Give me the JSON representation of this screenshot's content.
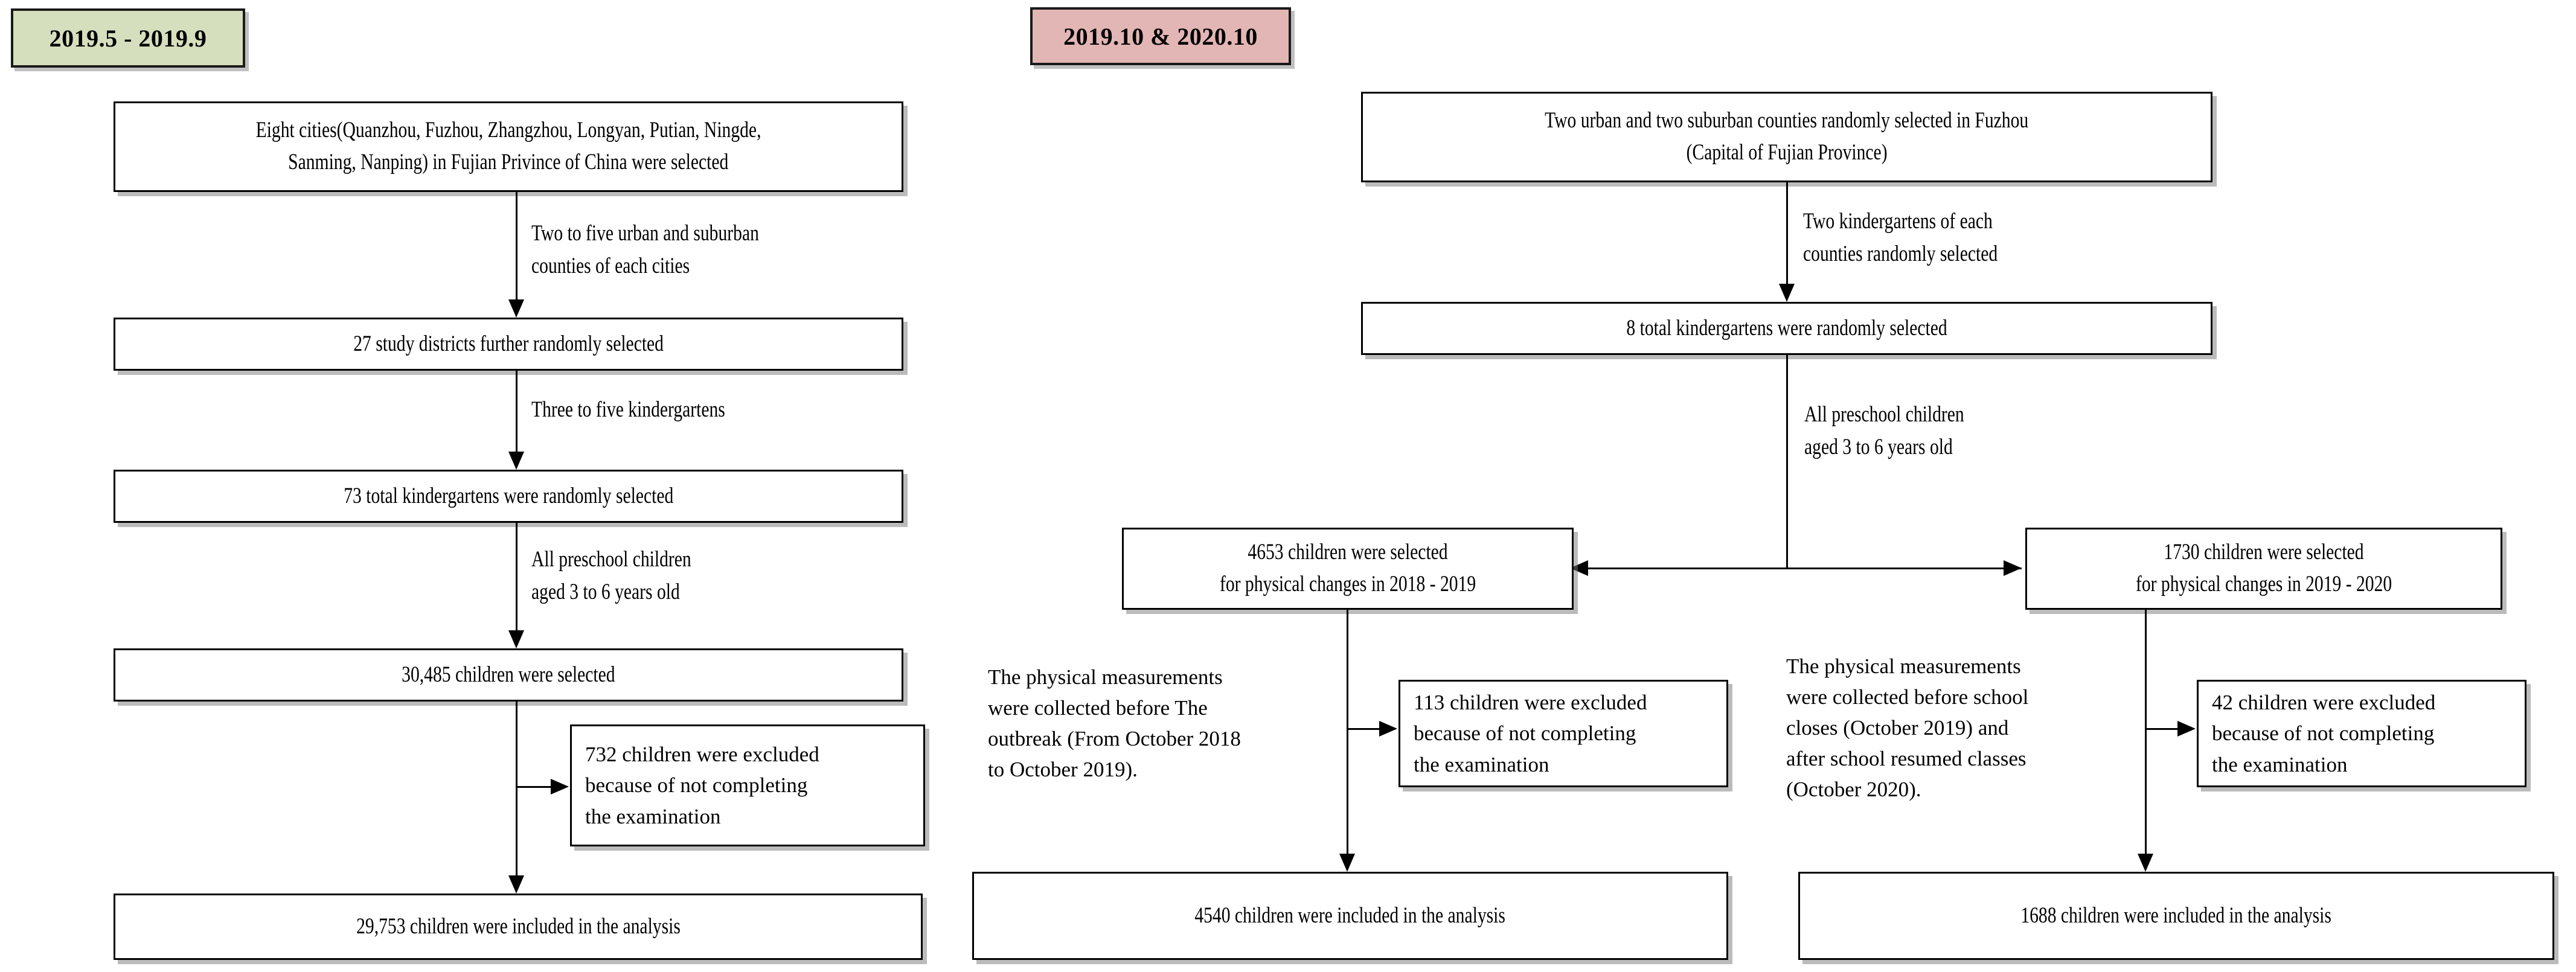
{
  "panels": [
    {
      "tag": "2019.5 - 2019.9",
      "tag_color": "#d6dfbd",
      "nodes": {
        "cities": [
          "Eight cities(Quanzhou, Fuzhou, Zhangzhou, Longyan, Putian, Ningde,",
          "Sanming, Nanping) in Fujian Privince of China were selected"
        ],
        "districts": [
          "27 study districts further randomly selected"
        ],
        "kindergartens": [
          "73 total kindergartens were randomly selected"
        ],
        "selected": [
          "30,485 children were selected"
        ],
        "excluded": [
          "732 children were excluded",
          "because of  not completing",
          "the examination"
        ],
        "included": [
          "29,753 children were included in the analysis"
        ]
      },
      "connectors": {
        "to_districts": [
          "Two to five urban and suburban",
          "counties of each cities"
        ],
        "to_kindergartens": [
          "Three to five kindergartens"
        ],
        "to_selected": [
          "All preschool children",
          "aged 3 to 6 years old"
        ]
      }
    },
    {
      "tag": "2019.10 & 2020.10",
      "tag_color": "#e2b6b4",
      "nodes": {
        "counties": [
          "Two urban and two suburban counties randomly selected in Fuzhou",
          "(Capital of Fujian Province)"
        ],
        "kindergartens": [
          "8 total kindergartens were randomly selected"
        ],
        "branch_left": [
          "4653 children were selected",
          "for physical changes in 2018 - 2019"
        ],
        "branch_right": [
          "1730 children were selected",
          "for physical changes in 2019 - 2020"
        ],
        "excluded_left": [
          "113 children were excluded",
          "because of  not completing",
          "the examination"
        ],
        "excluded_right": [
          "42 children were excluded",
          "because of  not completing",
          "the examination"
        ],
        "included_left": [
          "4540 children were included in the analysis"
        ],
        "included_right": [
          "1688 children were included in the analysis"
        ]
      },
      "connectors": {
        "to_kindergartens": [
          "Two kindergartens of each",
          "counties randomly selected"
        ],
        "to_branches": [
          "All preschool children",
          "aged 3 to 6 years old"
        ]
      },
      "annotations": {
        "left": [
          "The physical measurements",
          "were collected before The",
          "outbreak (From October 2018",
          "to October 2019)."
        ],
        "right": [
          "The physical measurements",
          "were collected before school",
          "closes (October 2019) and",
          "after school resumed classes",
          "(October 2020)."
        ]
      }
    }
  ]
}
